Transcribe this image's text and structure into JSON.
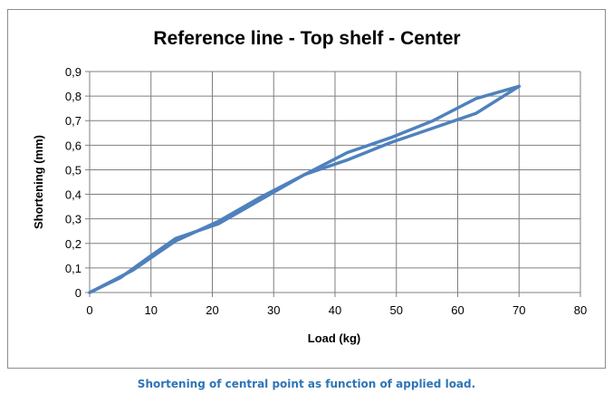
{
  "chart_data": {
    "type": "line",
    "title": "Reference line - Top shelf - Center",
    "xlabel": "Load (kg)",
    "ylabel": "Shortening (mm)",
    "xlim": [
      0,
      80
    ],
    "ylim": [
      0,
      0.9
    ],
    "x_ticks": [
      "0",
      "10",
      "20",
      "30",
      "40",
      "50",
      "60",
      "70",
      "80"
    ],
    "y_ticks": [
      "0",
      "0,1",
      "0,2",
      "0,3",
      "0,4",
      "0,5",
      "0,6",
      "0,7",
      "0,8",
      "0,9"
    ],
    "grid": true,
    "legend": "none",
    "color": "#4f81bd",
    "series": [
      {
        "x": [
          0,
          5,
          10,
          14,
          21,
          28,
          35,
          42,
          49,
          56,
          63,
          70
        ],
        "y": [
          0,
          0.06,
          0.15,
          0.22,
          0.28,
          0.38,
          0.48,
          0.57,
          0.63,
          0.7,
          0.79,
          0.84
        ]
      },
      {
        "x": [
          70,
          63,
          56,
          49,
          42,
          35,
          28,
          21,
          14,
          7,
          0
        ],
        "y": [
          0.84,
          0.73,
          0.67,
          0.61,
          0.54,
          0.48,
          0.39,
          0.29,
          0.21,
          0.09,
          0
        ]
      }
    ]
  },
  "caption": "Shortening of central point as function of applied load."
}
